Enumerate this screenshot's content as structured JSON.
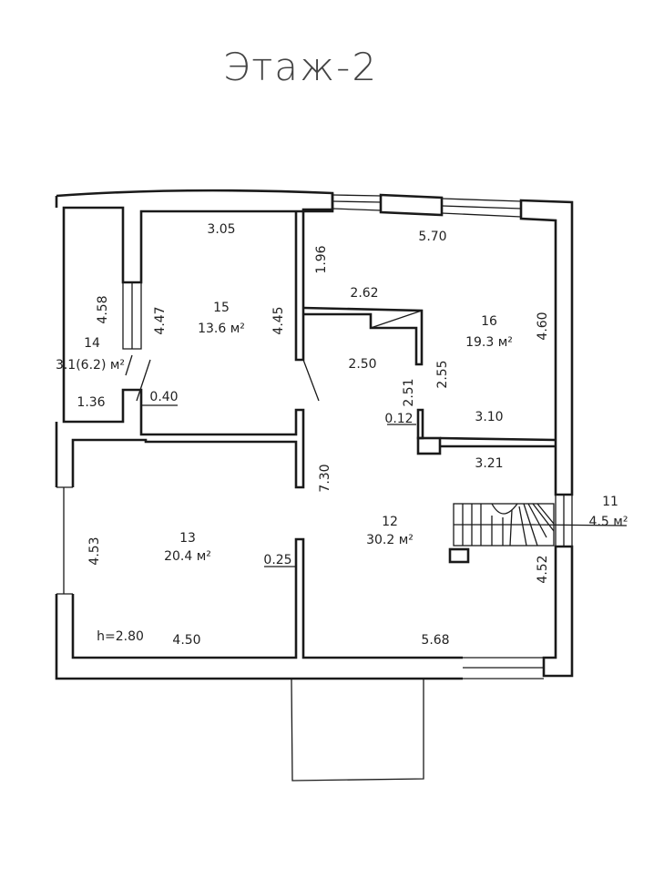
{
  "title": "Этаж-2",
  "rooms": [
    {
      "number": "11",
      "area": "4.5 м²"
    },
    {
      "number": "12",
      "area": "30.2 м²"
    },
    {
      "number": "13",
      "area": "20.4 м²"
    },
    {
      "number": "14",
      "area": "3.1(6.2) м²"
    },
    {
      "number": "15",
      "area": "13.6 м²"
    },
    {
      "number": "16",
      "area": "19.3 м²"
    }
  ],
  "dimensions": {
    "d305": "3.05",
    "d570": "5.70",
    "d196": "1.96",
    "d458": "4.58",
    "d447": "4.47",
    "d445": "4.45",
    "d262": "2.62",
    "d460": "4.60",
    "d250": "2.50",
    "d255": "2.55",
    "d251": "2.51",
    "d136": "1.36",
    "d040": "0.40",
    "d012": "0.12",
    "d310": "3.10",
    "d321": "3.21",
    "d730": "7.30",
    "d453": "4.53",
    "d025": "0.25",
    "d452": "4.52",
    "d450": "4.50",
    "d568": "5.68"
  },
  "ceiling_height": "h=2.80"
}
